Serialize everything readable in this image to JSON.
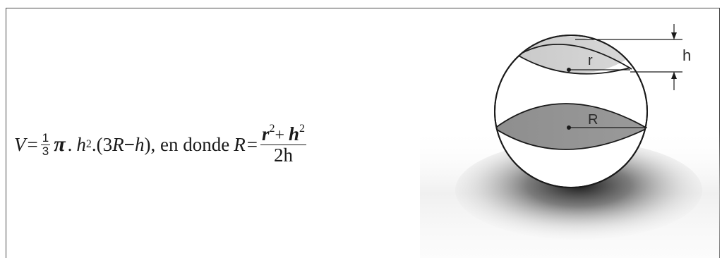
{
  "formula": {
    "V": "V",
    "eq": "=",
    "one": "1",
    "three": "3",
    "pi": "π",
    "dot": ".",
    "h": "h",
    "two_exp": "2",
    "dot_paren": ".(3",
    "R": "R",
    "minus": "−",
    "h_close": "h",
    "close_comma": "), en donde",
    "R2": "R",
    "eq2": "=",
    "r_num": "r",
    "r_exp": "2",
    "plus": "+ ",
    "h_num": "h",
    "h_exp": "2",
    "den": "2h"
  },
  "diagram": {
    "label_h": "h",
    "label_r": "r",
    "label_R": "R"
  }
}
